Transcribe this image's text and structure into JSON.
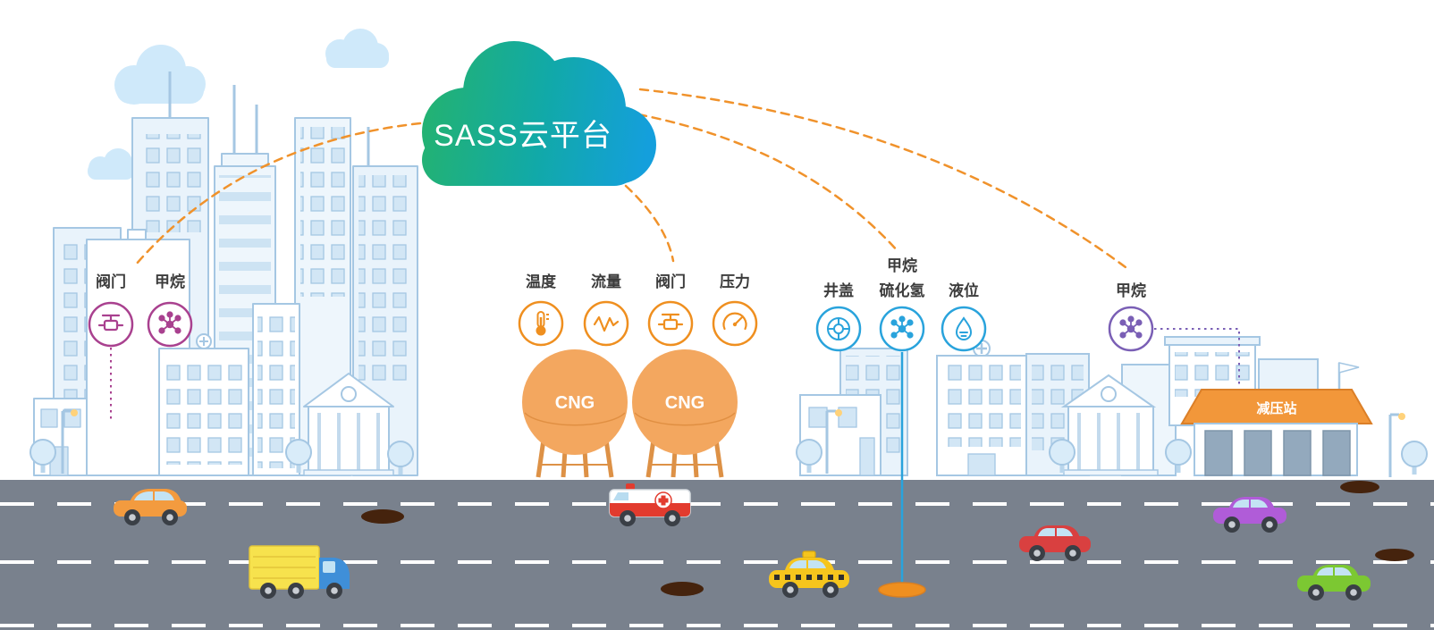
{
  "platform": {
    "label": "SASS云平台"
  },
  "sensor_groups": {
    "city": {
      "color": "#a9418f",
      "items": [
        {
          "label": "阀门",
          "icon": "valve-icon"
        },
        {
          "label": "甲烷",
          "icon": "molecule-icon"
        }
      ]
    },
    "cng": {
      "color": "#ef8f1f",
      "items": [
        {
          "label": "温度",
          "icon": "thermometer-icon"
        },
        {
          "label": "流量",
          "icon": "flow-icon"
        },
        {
          "label": "阀门",
          "icon": "valve-icon"
        },
        {
          "label": "压力",
          "icon": "gauge-icon"
        }
      ]
    },
    "pipeline": {
      "color": "#29a3dc",
      "items": [
        {
          "label": "井盖",
          "icon": "manhole-icon"
        },
        {
          "label": "甲烷",
          "label_line2": "硫化氢",
          "icon": "molecule-icon"
        },
        {
          "label": "液位",
          "icon": "liquid-level-icon"
        }
      ]
    },
    "station": {
      "color": "#7a5fb5",
      "items": [
        {
          "label": "甲烷",
          "icon": "molecule-icon"
        }
      ]
    }
  },
  "cng_tank": {
    "label": "CNG"
  },
  "pressure_station": {
    "label": "减压站"
  },
  "colors": {
    "cloud_gradient_start": "#25b36c",
    "cloud_gradient_end": "#149fdc",
    "connection_line": "#f0922b",
    "road": "#79818d",
    "skyline_stroke": "#a5c7e3"
  }
}
